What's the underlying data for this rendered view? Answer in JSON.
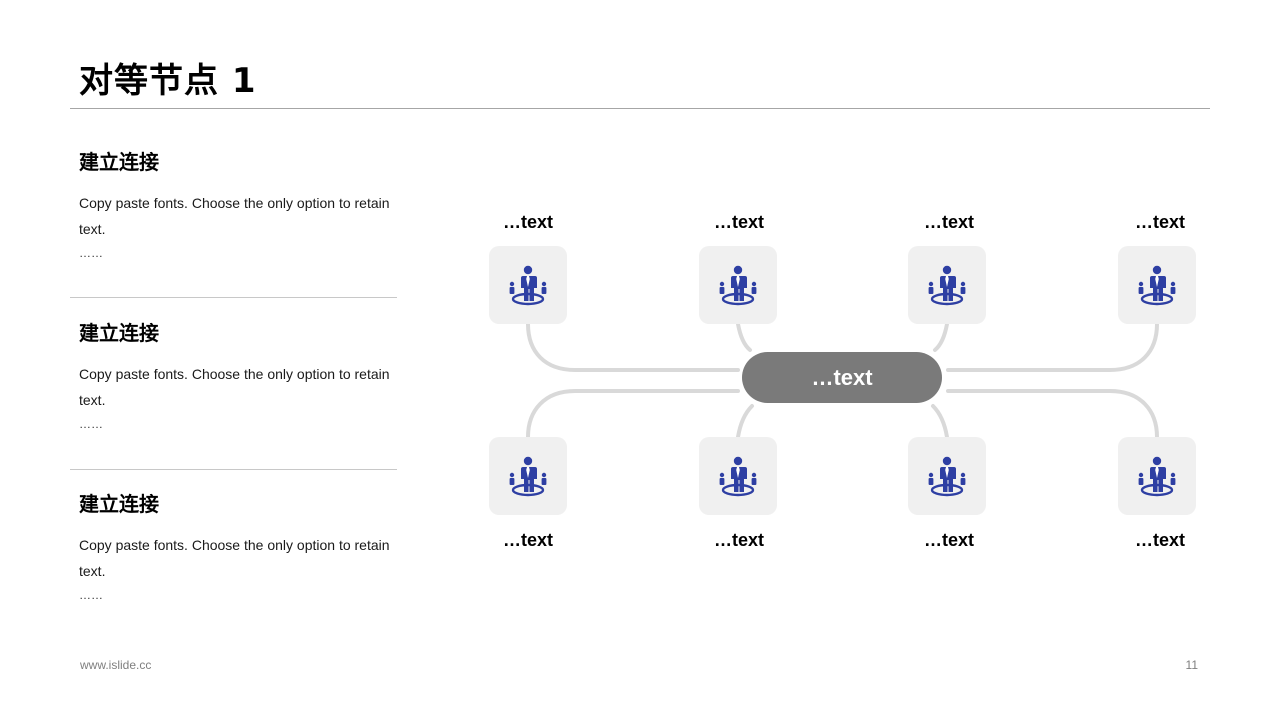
{
  "slide": {
    "title": "对等节点 1",
    "footer_url": "www.islide.cc",
    "page_number": "11"
  },
  "blocks": [
    {
      "heading": "建立连接",
      "body": "Copy paste fonts. Choose the only option to retain text.",
      "more": "……"
    },
    {
      "heading": "建立连接",
      "body": "Copy paste fonts. Choose the only option to retain text.",
      "more": "……"
    },
    {
      "heading": "建立连接",
      "body": "Copy paste fonts. Choose the only option to retain text.",
      "more": "……"
    }
  ],
  "diagram": {
    "hub_label": "…text",
    "top_nodes": [
      {
        "label": "…text",
        "icon": "people-network-icon"
      },
      {
        "label": "…text",
        "icon": "people-network-icon"
      },
      {
        "label": "…text",
        "icon": "people-network-icon"
      },
      {
        "label": "…text",
        "icon": "people-network-icon"
      }
    ],
    "bottom_nodes": [
      {
        "label": "…text",
        "icon": "people-network-icon"
      },
      {
        "label": "…text",
        "icon": "people-network-icon"
      },
      {
        "label": "…text",
        "icon": "people-network-icon"
      },
      {
        "label": "…text",
        "icon": "people-network-icon"
      }
    ]
  },
  "colors": {
    "icon": "#2e3fa3",
    "hub": "#7a7a7a",
    "tile": "#f0f0f0",
    "connector": "#d9d9d9"
  }
}
